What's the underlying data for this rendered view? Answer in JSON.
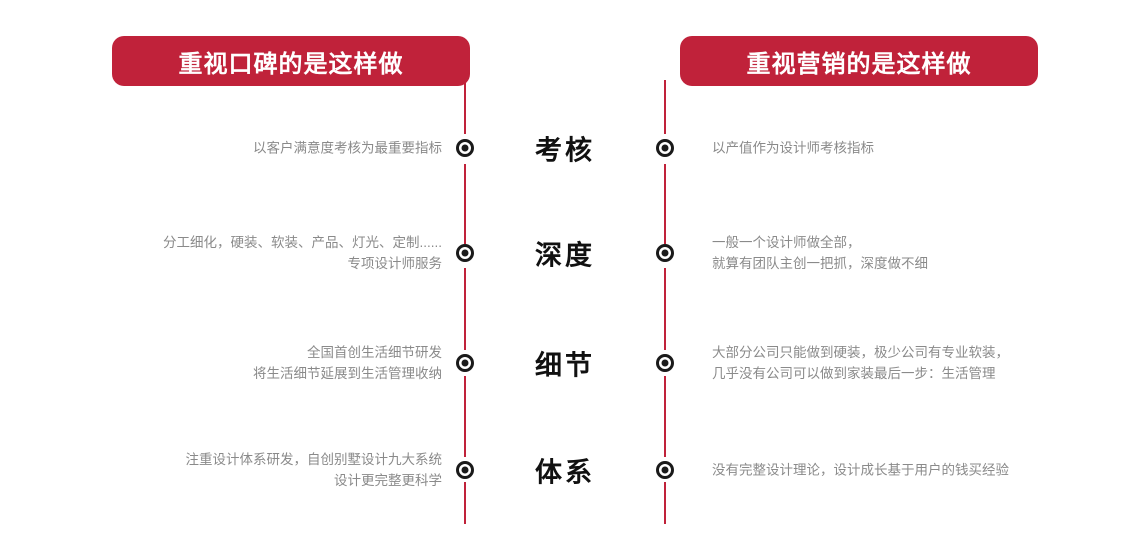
{
  "headers": {
    "left": "重视口碑的是这样做",
    "right": "重视营销的是这样做"
  },
  "colors": {
    "banner_red": "#C0223A",
    "rail_red": "#C0223A",
    "marker_black": "#1a1a1a",
    "body_text_gray": "#8a8a8a",
    "category_black": "#111111",
    "background": "#ffffff"
  },
  "rows": [
    {
      "category": "考核",
      "left": "以客户满意度考核为最重要指标",
      "right": "以产值作为设计师考核指标"
    },
    {
      "category": "深度",
      "left": "分工细化，硬装、软装、产品、灯光、定制......\n专项设计师服务",
      "right": "一般一个设计师做全部，\n就算有团队主创一把抓，深度做不细"
    },
    {
      "category": "细节",
      "left": "全国首创生活细节研发\n将生活细节延展到生活管理收纳",
      "right": "大部分公司只能做到硬装，极少公司有专业软装，\n几乎没有公司可以做到家装最后一步：生活管理"
    },
    {
      "category": "体系",
      "left": "注重设计体系研发，自创别墅设计九大系统\n设计更完整更科学",
      "right": "没有完整设计理论，设计成长基于用户的钱买经验"
    }
  ]
}
